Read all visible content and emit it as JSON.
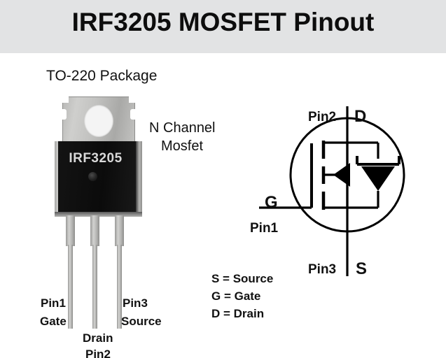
{
  "header": {
    "title": "IRF3205 MOSFET Pinout",
    "band_color": "#e2e3e4"
  },
  "package": {
    "caption": "TO-220 Package",
    "part_number": "IRF3205",
    "description_line1": "N Channel",
    "description_line2": "Mosfet",
    "pins": [
      {
        "number": "Pin1",
        "function": "Gate"
      },
      {
        "number": "Pin2",
        "function": "Drain"
      },
      {
        "number": "Pin3",
        "function": "Source"
      }
    ],
    "labels": {
      "pin1": "Pin1",
      "gate": "Gate",
      "pin3": "Pin3",
      "source": "Source",
      "drain": "Drain",
      "pin2": "Pin2"
    },
    "body_color": "#101010",
    "tab_color": "#c2c2c0",
    "pin_color": "#b4b4b2"
  },
  "symbol": {
    "type": "n-channel-mosfet",
    "terminals": {
      "drain_pin": "Pin2",
      "drain_letter": "D",
      "gate_pin": "Pin1",
      "gate_letter": "G",
      "source_pin": "Pin3",
      "source_letter": "S"
    },
    "stroke_color": "#000000"
  },
  "legend": {
    "lines": [
      "S = Source",
      "G = Gate",
      "D = Drain"
    ]
  }
}
